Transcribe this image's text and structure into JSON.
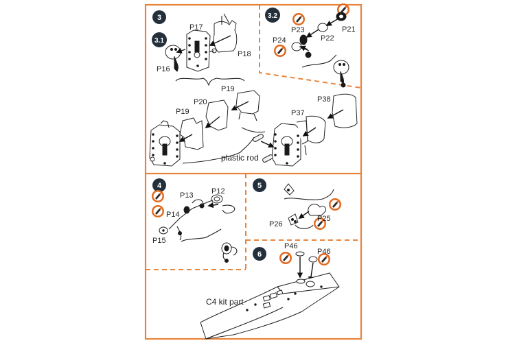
{
  "steps": {
    "s3": "3",
    "s3_1": "3.1",
    "s3_2": "3.2",
    "s4": "4",
    "s5": "5",
    "s6": "6"
  },
  "parts": {
    "p16": "P16",
    "p17": "P17",
    "p18": "P18",
    "p19a": "P19",
    "p19b": "P19",
    "p20": "P20",
    "p21": "P21",
    "p22": "P22",
    "p23": "P23",
    "p24": "P24",
    "p37": "P37",
    "p38": "P38",
    "p12": "P12",
    "p13": "P13",
    "p14": "P14",
    "p15": "P15",
    "p25": "P25",
    "p26": "P26",
    "p46a": "P46",
    "p46b": "P46"
  },
  "notes": {
    "plastic_rod": "plastic rod",
    "kit_part": "C4 kit part"
  },
  "colors": {
    "frame_solid": "#e8843a",
    "frame_dashed": "#e8843a",
    "badge_fill": "#23303c",
    "paint_icon_ring": "#e06a1f",
    "paint_icon_core": "#2a2a2a"
  },
  "icons": {
    "paint": "paint-brush-icon",
    "step": "step-number-badge"
  }
}
